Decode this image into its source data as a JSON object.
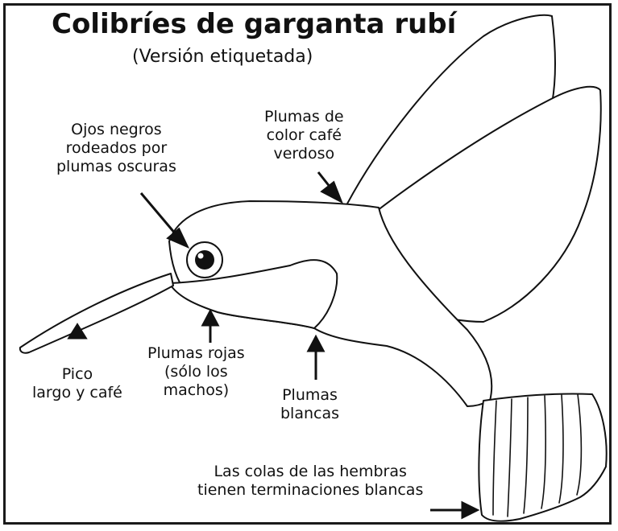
{
  "title": "Colibríes de garganta rubí",
  "subtitle": "(Versión etiquetada)",
  "labels": {
    "eyes": [
      "Ojos negros",
      "rodeados por",
      "plumas oscuras"
    ],
    "back": [
      "Plumas de",
      "color café",
      "verdoso"
    ],
    "beak": [
      "Pico",
      "largo y café"
    ],
    "throat": [
      "Plumas rojas",
      "(sólo los",
      "machos)"
    ],
    "belly": [
      "Plumas",
      "blancas"
    ],
    "tail": [
      "Las colas de las hembras",
      "tienen terminaciones blancas"
    ]
  },
  "colors": {
    "line": "#111111",
    "background": "#ffffff"
  }
}
